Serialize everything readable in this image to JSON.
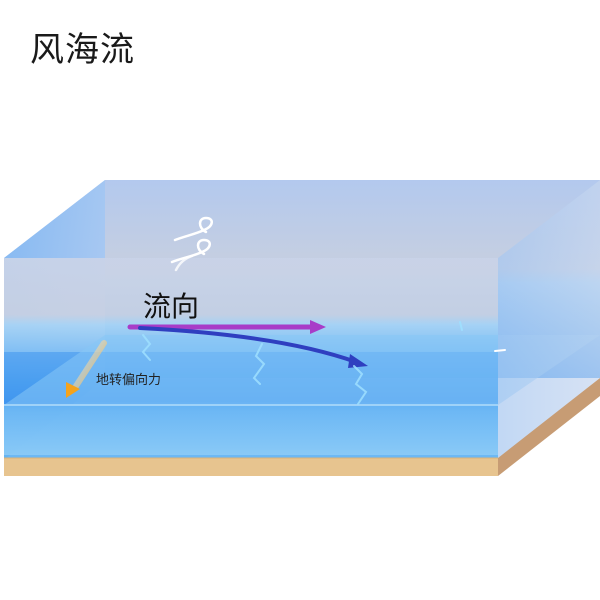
{
  "title": "风海流",
  "labels": {
    "flow_direction": "流向",
    "coriolis_force": "地转偏向力"
  },
  "icons": {
    "wind": "wind-swirl-icon",
    "current_arrow": "flow-arrow-icon",
    "deflected_arrow": "deflected-arrow-icon",
    "coriolis_arrow": "coriolis-arrow-icon"
  },
  "colors": {
    "flow_arrow": "#a83cc8",
    "deflected_arrow": "#2f3fc0",
    "coriolis_arrow": "#f0a020",
    "sediment": "#d9b98a",
    "water_top": "#a9cdf4",
    "water_deep": "#2f8ef0"
  }
}
